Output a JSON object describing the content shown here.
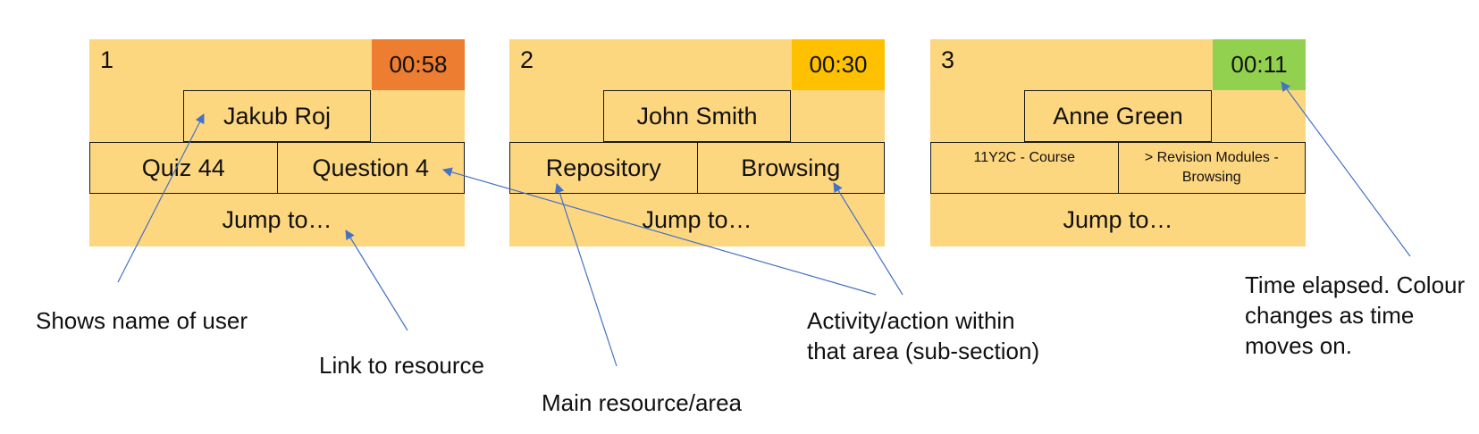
{
  "cards": [
    {
      "number": "1",
      "timer": "00:58",
      "timer_color": "#ed7d31",
      "user": "Jakub Roj",
      "resource": "Quiz 44",
      "activity": "Question 4",
      "jump": "Jump to…"
    },
    {
      "number": "2",
      "timer": "00:30",
      "timer_color": "#ffc000",
      "user": "John Smith",
      "resource": "Repository",
      "activity": "Browsing",
      "jump": "Jump to…"
    },
    {
      "number": "3",
      "timer": "00:11",
      "timer_color": "#92d050",
      "user": "Anne Green",
      "resource": "11Y2C - Course",
      "activity": "> Revision Modules - Browsing",
      "jump": "Jump to…"
    }
  ],
  "annotations": {
    "user": "Shows name of user",
    "link": "Link to resource",
    "resource": "Main resource/area",
    "activity": "Activity/action within that area (sub-section)",
    "timer": "Time elapsed. Colour changes as time moves on."
  },
  "colors": {
    "card_background": "#fdd680",
    "arrow": "#4472c4",
    "border": "#1a1a1a"
  }
}
